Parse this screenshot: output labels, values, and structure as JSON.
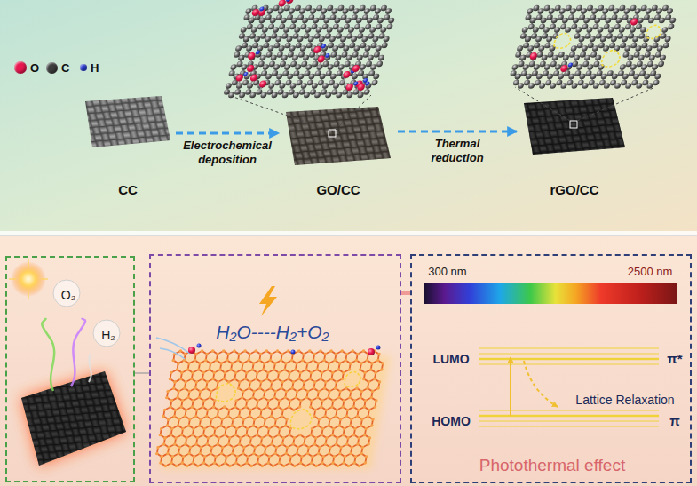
{
  "diagram": {
    "nodes": [
      {
        "text": [
          "CC"
        ]
      },
      {
        "text": [
          "GO/CC"
        ]
      },
      {
        "text": [
          "rGO/CC"
        ]
      },
      {
        "text": [
          "O₂",
          "H₂"
        ]
      },
      {
        "text": [
          "H₂O----H₂+O₂"
        ]
      },
      {
        "text": [
          "300 nm",
          "2500 nm",
          "LUMO",
          "π*",
          "Lattice Relaxation",
          "HOMO",
          "π",
          "Photothermal effect"
        ]
      }
    ],
    "edges": [
      {
        "from": 0,
        "to": 1,
        "arrow": "to",
        "label": "Electrochemical deposition"
      },
      {
        "from": 1,
        "to": 2,
        "arrow": "to",
        "label": "Thermal reduction"
      },
      {
        "from": 3,
        "to": 4,
        "arrow": "none"
      },
      {
        "from": 4,
        "to": 5,
        "arrow": "none"
      }
    ],
    "legend": [
      {
        "text": "O",
        "color": "#e8174f"
      },
      {
        "text": "C",
        "color": "#3d3d3d"
      },
      {
        "text": "H",
        "color": "#2b3fd8"
      }
    ]
  }
}
